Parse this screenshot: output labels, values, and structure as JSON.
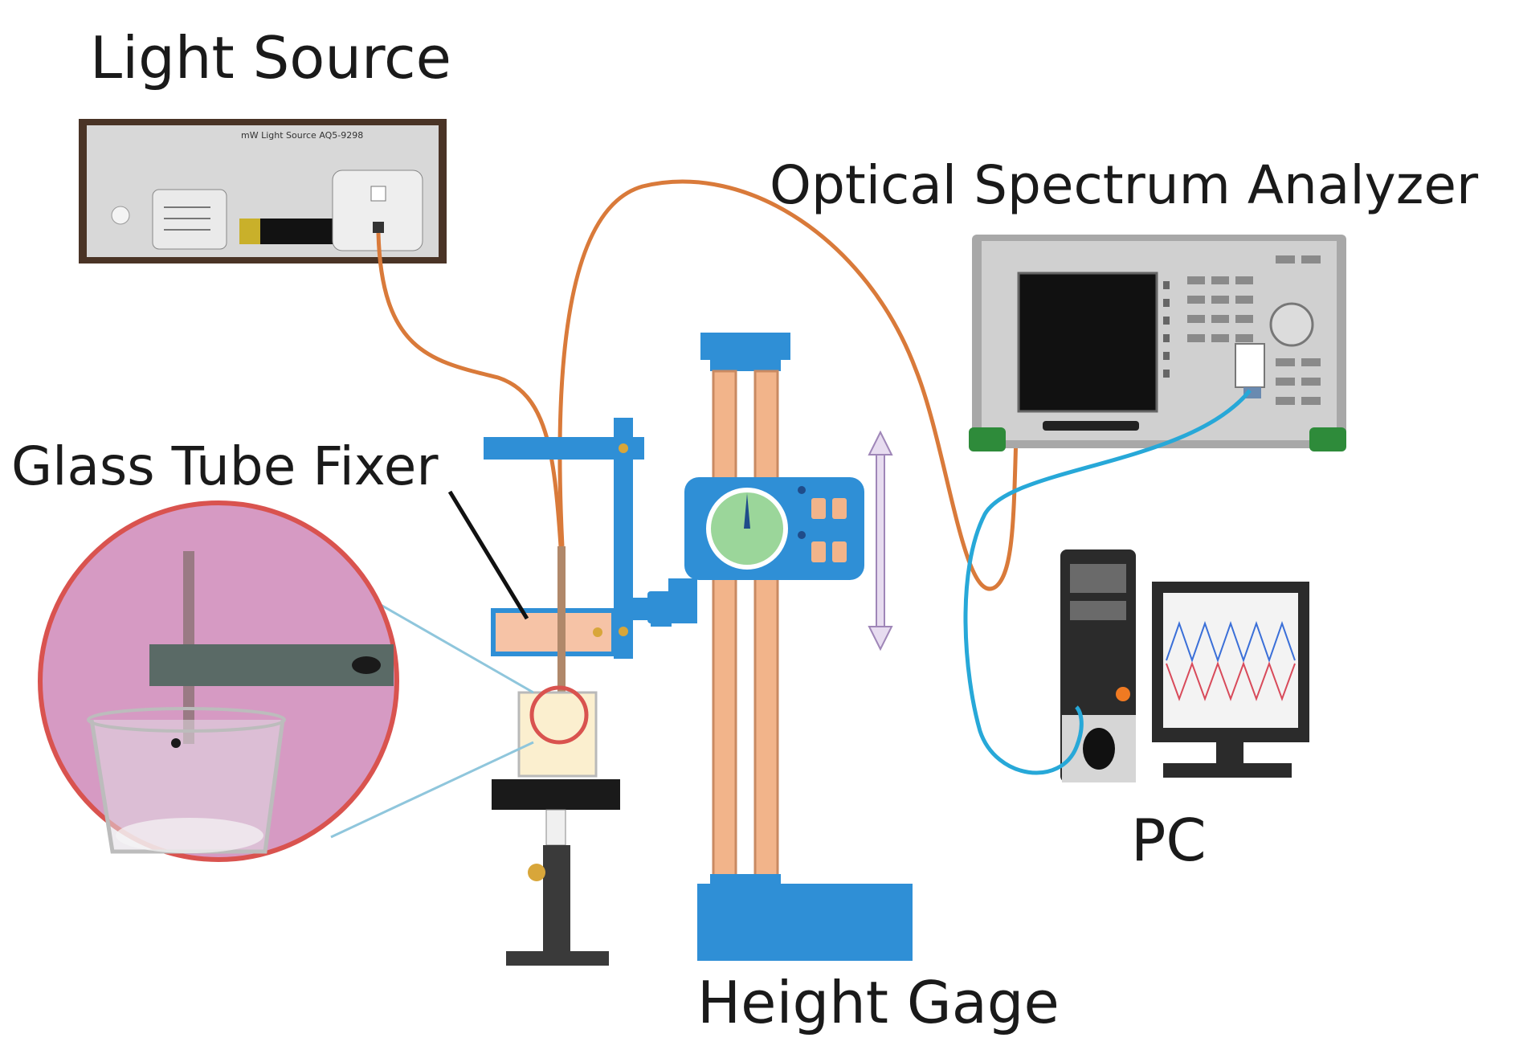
{
  "labels": {
    "light_source": "Light Source",
    "osa": "Optical Spectrum Analyzer",
    "glass_tube_fixer": "Glass Tube Fixer",
    "pc": "PC",
    "height_gage": "Height Gage"
  },
  "light_source_panel": {
    "header_text": "mW Light Source   AQ5-9298"
  },
  "colors": {
    "fiber": "#d97a3a",
    "usb_cable": "#27a8d8",
    "stand_blue": "#2f8fd6",
    "rail": "#f2b48a",
    "dial": "#9bd69a",
    "zoom_border": "#d9534f",
    "zoom_bg": "#d69ac3",
    "osa_body": "#d0d0d0",
    "osa_feet": "#2e8b3a",
    "fixer_block": "#f6c3a6",
    "sample_holder": "#fbefcf",
    "pc_screen_wave_1": "#3a6fd8",
    "pc_screen_wave_2": "#d84a5a"
  }
}
